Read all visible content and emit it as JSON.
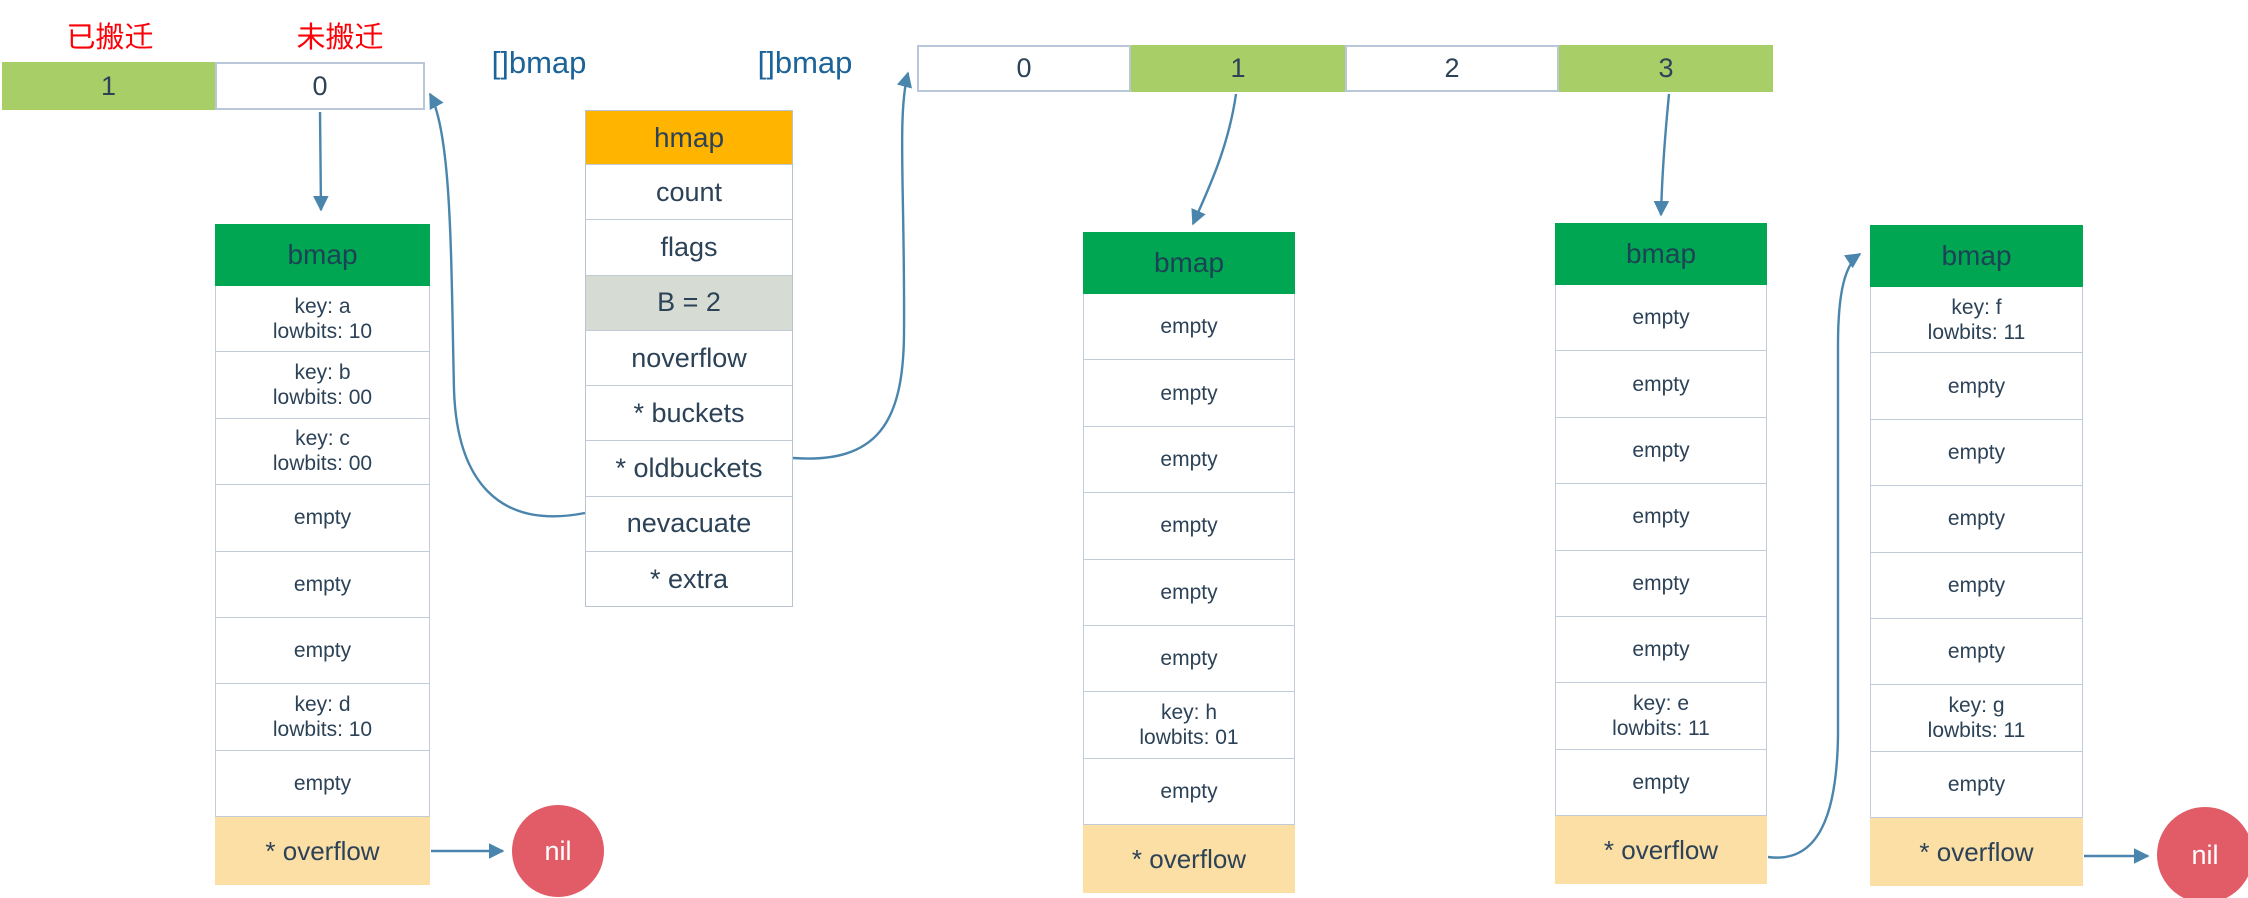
{
  "annotations": {
    "evacuated": "已搬迁",
    "not_evacuated": "未搬迁",
    "slice_left": "[]bmap",
    "slice_right": "[]bmap"
  },
  "oldbuckets_bar": {
    "cells": [
      {
        "value": "1",
        "state": "evacuated"
      },
      {
        "value": "0",
        "state": "pending"
      }
    ]
  },
  "buckets_bar": {
    "cells": [
      {
        "value": "0",
        "state": "plain"
      },
      {
        "value": "1",
        "state": "highlighted"
      },
      {
        "value": "2",
        "state": "plain"
      },
      {
        "value": "3",
        "state": "highlighted"
      }
    ]
  },
  "hmap": {
    "title": "hmap",
    "fields": [
      "count",
      "flags",
      "B = 2",
      "noverflow",
      "* buckets",
      "* oldbuckets",
      "nevacuate",
      "* extra"
    ]
  },
  "buckets": [
    {
      "title": "bmap",
      "overflow_label": "* overflow",
      "slots": [
        {
          "line1": "key: a",
          "line2": "lowbits: 10"
        },
        {
          "line1": "key: b",
          "line2": "lowbits: 00"
        },
        {
          "line1": "key: c",
          "line2": "lowbits: 00"
        },
        {
          "line1": "empty"
        },
        {
          "line1": "empty"
        },
        {
          "line1": "empty"
        },
        {
          "line1": "key: d",
          "line2": "lowbits: 10"
        },
        {
          "line1": "empty"
        }
      ]
    },
    {
      "title": "bmap",
      "overflow_label": "* overflow",
      "slots": [
        {
          "line1": "empty"
        },
        {
          "line1": "empty"
        },
        {
          "line1": "empty"
        },
        {
          "line1": "empty"
        },
        {
          "line1": "empty"
        },
        {
          "line1": "empty"
        },
        {
          "line1": "key: h",
          "line2": "lowbits: 01"
        },
        {
          "line1": "empty"
        }
      ]
    },
    {
      "title": "bmap",
      "overflow_label": "* overflow",
      "slots": [
        {
          "line1": "empty"
        },
        {
          "line1": "empty"
        },
        {
          "line1": "empty"
        },
        {
          "line1": "empty"
        },
        {
          "line1": "empty"
        },
        {
          "line1": "empty"
        },
        {
          "line1": "key: e",
          "line2": "lowbits: 11"
        },
        {
          "line1": "empty"
        }
      ]
    },
    {
      "title": "bmap",
      "overflow_label": "* overflow",
      "slots": [
        {
          "line1": "key: f",
          "line2": "lowbits: 11"
        },
        {
          "line1": "empty"
        },
        {
          "line1": "empty"
        },
        {
          "line1": "empty"
        },
        {
          "line1": "empty"
        },
        {
          "line1": "empty"
        },
        {
          "line1": "key: g",
          "line2": "lowbits: 11"
        },
        {
          "line1": "empty"
        }
      ]
    }
  ],
  "nil_nodes": [
    {
      "label": "nil"
    },
    {
      "label": "nil"
    }
  ],
  "colors": {
    "evacuated_green": "#a7ce67",
    "bmap_header_green": "#00a651",
    "hmap_header_orange": "#ffb400",
    "b_field_gray": "#d6dcd3",
    "overflow_peach": "#fcdfa5",
    "nil_red": "#e15c66",
    "arrow_blue": "#4a85ad",
    "label_red": "#fb0007",
    "slice_label_blue": "#1b6398",
    "text_navy": "#2c4257"
  }
}
